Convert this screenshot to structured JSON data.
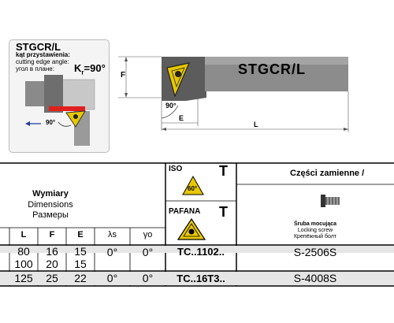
{
  "inset": {
    "title": "STGCR/L",
    "lines": [
      "kąt przystawienia:",
      "cutting edge angle:",
      "угол в плане:"
    ],
    "kr_label": "K",
    "kr_sub": "r",
    "kr_value": "=90°",
    "angle_label": "90°"
  },
  "drawing": {
    "code": "STGCR/L",
    "dim_F": "F",
    "dim_E": "E",
    "dim_L": "L",
    "angle": "90°"
  },
  "table": {
    "dims_title_pl": "Wymiary",
    "dims_title_en": "Dimensions",
    "dims_title_ru": "Размеры",
    "columns": [
      "L",
      "F",
      "E",
      "λs",
      "γo"
    ],
    "iso_label": "ISO",
    "iso_type": "T",
    "iso_angle": "60°",
    "pafana_label": "PAFANA",
    "pafana_type": "T",
    "parts_title": "Części  zamienne  /",
    "screw_pl": "Śruba  mocująca",
    "screw_en": "Locking  screw",
    "screw_ru": "Крепёжный  болт",
    "rows": [
      {
        "L": [
          "80",
          "100"
        ],
        "F": [
          "16",
          "20"
        ],
        "E": [
          "15",
          "15"
        ],
        "ls": "0°",
        "go": "0°",
        "insert": "TC..1102..",
        "screw": "S-2506S"
      },
      {
        "L": [
          "125"
        ],
        "F": [
          "25"
        ],
        "E": [
          "22"
        ],
        "ls": "0°",
        "go": "0°",
        "insert": "TC..16T3..",
        "screw": "S-4008S"
      }
    ]
  }
}
